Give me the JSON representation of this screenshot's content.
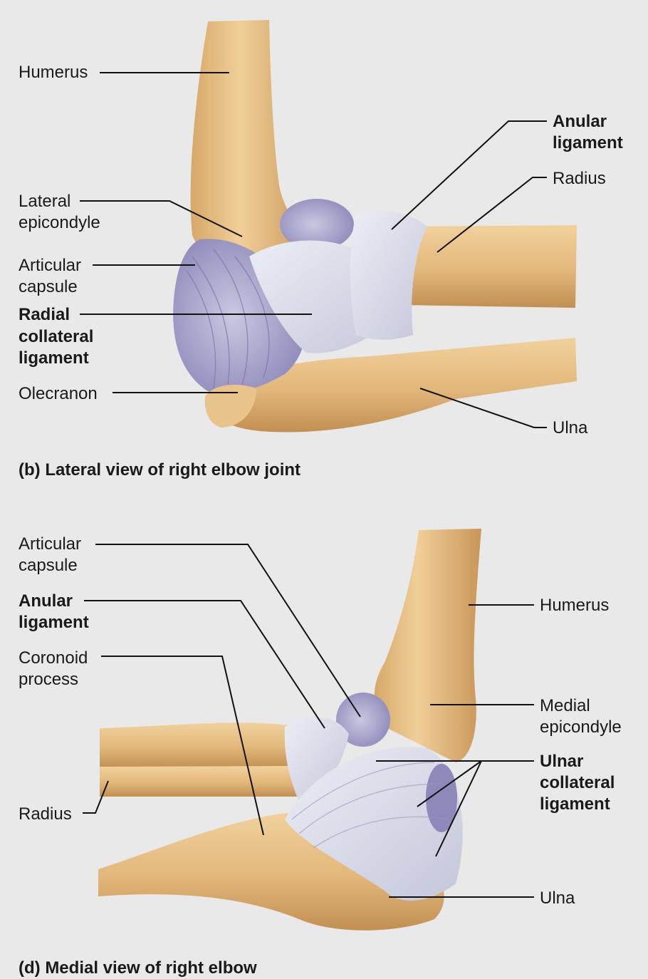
{
  "panel_b": {
    "caption": "(b) Lateral view of right elbow joint",
    "labels": {
      "humerus": "Humerus",
      "lateral_epicondyle": [
        "Lateral",
        "epicondyle"
      ],
      "articular_capsule": [
        "Articular",
        "capsule"
      ],
      "radial_collateral_ligament": [
        "Radial",
        "collateral",
        "ligament"
      ],
      "olecranon": "Olecranon",
      "anular_ligament": [
        "Anular",
        "ligament"
      ],
      "radius": "Radius",
      "ulna": "Ulna"
    }
  },
  "panel_d": {
    "caption": "(d) Medial view of right elbow",
    "labels": {
      "articular_capsule": [
        "Articular",
        "capsule"
      ],
      "anular_ligament": [
        "Anular",
        "ligament"
      ],
      "coronoid_process": [
        "Coronoid",
        "process"
      ],
      "radius": "Radius",
      "humerus": "Humerus",
      "medial_epicondyle": [
        "Medial",
        "epicondyle"
      ],
      "ulnar_collateral_ligament": [
        "Ulnar",
        "collateral",
        "ligament"
      ],
      "ulna": "Ulna"
    }
  },
  "colors": {
    "background": "#e9e9e9",
    "bone": "#e2b77a",
    "bone_shadow": "#c99a5c",
    "bone_highlight": "#f3d9a8",
    "ligament": "#d7d9e6",
    "capsule": "#a9a6cc",
    "leader": "#111111"
  }
}
